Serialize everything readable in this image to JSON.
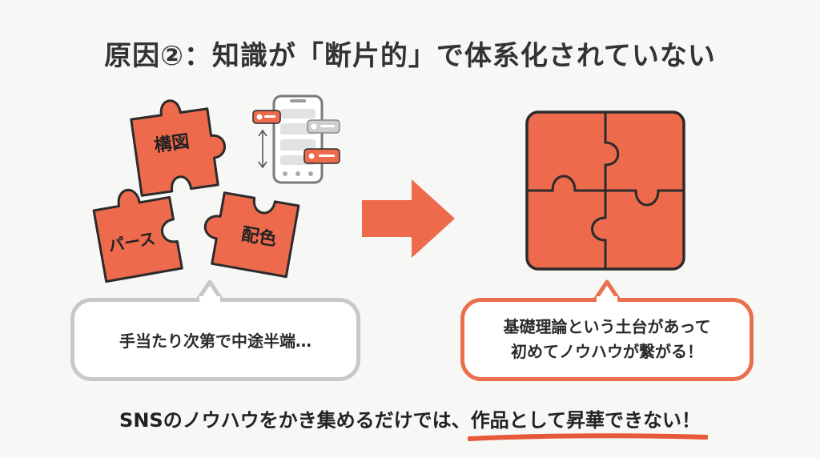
{
  "title": "原因②：知識が「断片的」で体系化されていない",
  "pieces": {
    "composition": "構図",
    "perspective": "パース",
    "color": "配色"
  },
  "bubbles": {
    "left": "手当たり次第で中途半端…",
    "right_line1": "基礎理論という土台があって",
    "right_line2": "初めてノウハウが繋がる！"
  },
  "bottom": {
    "prefix": "SNSのノウハウをかき集めるだけでは、",
    "highlight": "作品として昇華できない！"
  },
  "colors": {
    "accent": "#ed6a4c",
    "outline": "#2b2b2b",
    "bubble_gray": "#c8c8c8",
    "underline": "#e8583a"
  },
  "icons": [
    "smartphone-icon",
    "notification-bell-icon",
    "scroll-arrow-icon",
    "right-arrow-icon"
  ]
}
